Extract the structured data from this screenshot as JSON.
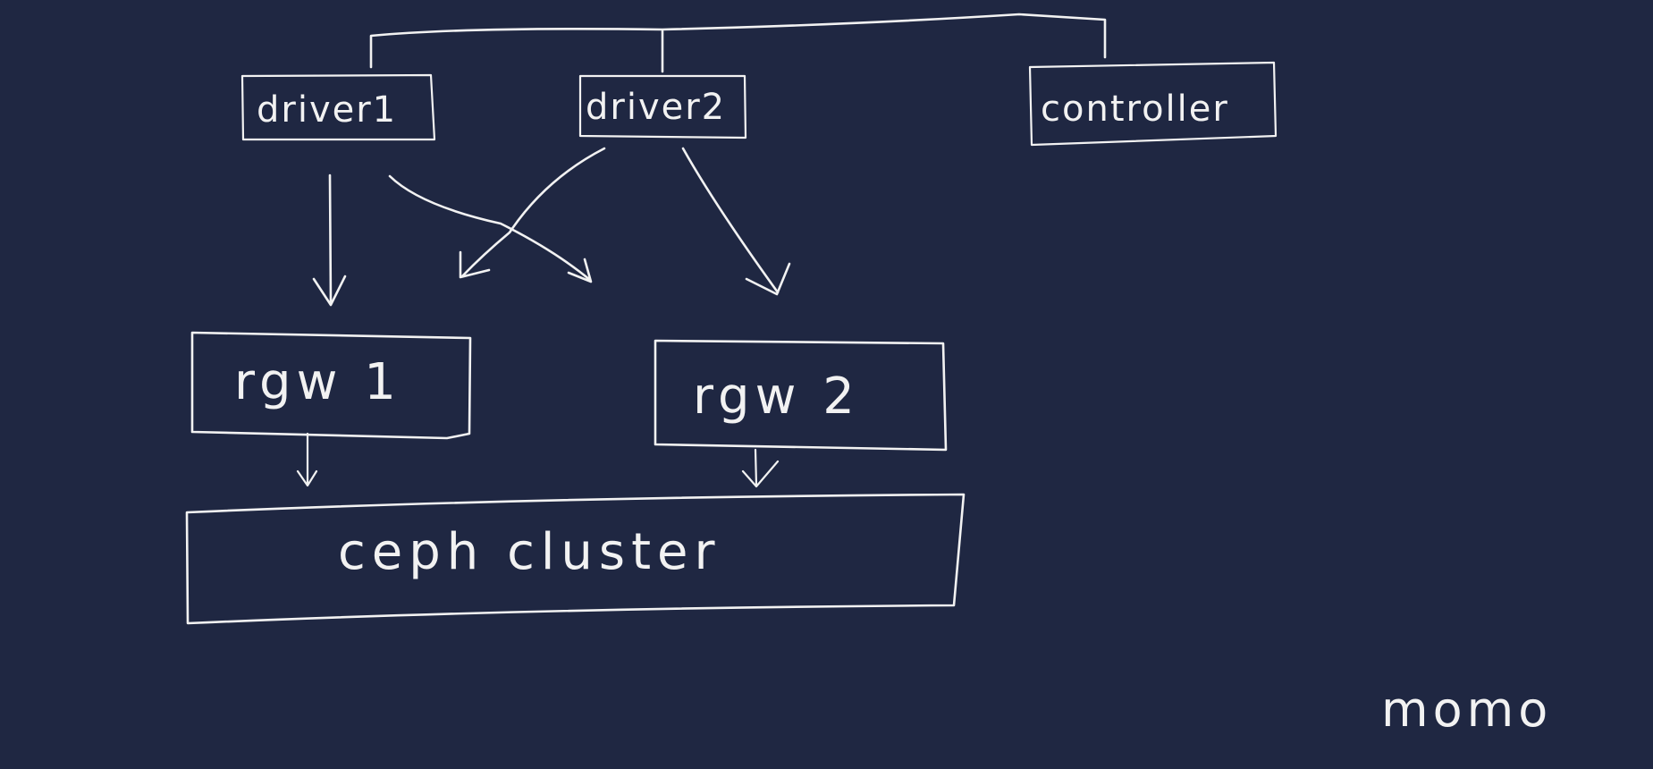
{
  "diagram": {
    "background": "#1f2742",
    "stroke_color": "#f2f2f2",
    "nodes": {
      "driver1": "driver1",
      "driver2": "driver2",
      "controller": "controller",
      "rgw1": "rgw 1",
      "rgw2": "rgw 2",
      "ceph_cluster": "ceph cluster"
    },
    "signature": "momo"
  }
}
